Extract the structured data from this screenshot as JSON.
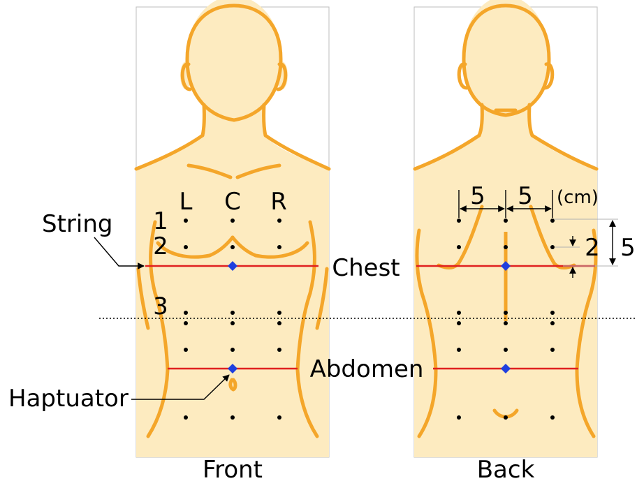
{
  "colors": {
    "skin": "#fdebc0",
    "outline": "#f4a62a",
    "string": "#e02020",
    "haptuator": "#1f3fdf",
    "point": "#000000",
    "spine": "#f4a62a"
  },
  "front": {
    "caption": "Front",
    "col_labels": [
      "L",
      "C",
      "R"
    ],
    "row_labels": [
      "1",
      "2",
      "3"
    ],
    "string_label": "String",
    "haptuator_label": "Haptuator"
  },
  "back": {
    "caption": "Back",
    "dim_horizontal_1": "5",
    "dim_horizontal_2": "5",
    "unit": "(cm)",
    "dim_small": "2",
    "dim_large": "5"
  },
  "regions": {
    "chest": "Chest",
    "abdomen": "Abdomen"
  }
}
